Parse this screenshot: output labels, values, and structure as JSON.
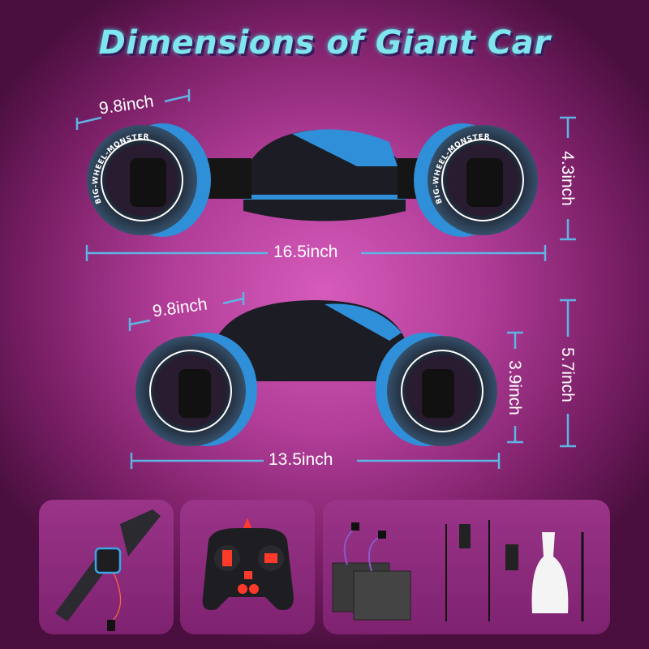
{
  "title": "Dimensions of Giant Car",
  "colors": {
    "title": "#7fe6ee",
    "measure_line": "#5fb4e4",
    "car_accent": "#2f8fd8",
    "panel": "#8a2a7a"
  },
  "car_expanded": {
    "wheel_text": "BIG-WHEEL-MONSTER",
    "wheel_diameter": "9.8inch",
    "length": "16.5inch",
    "height": "4.3inch"
  },
  "car_folded": {
    "wheel_diameter": "9.8inch",
    "length": "13.5inch",
    "body_height": "3.9inch",
    "total_height": "5.7inch"
  },
  "accessories": [
    {
      "name": "gesture-watch"
    },
    {
      "name": "remote-controller"
    },
    {
      "name": "batteries-cables-tools"
    }
  ]
}
